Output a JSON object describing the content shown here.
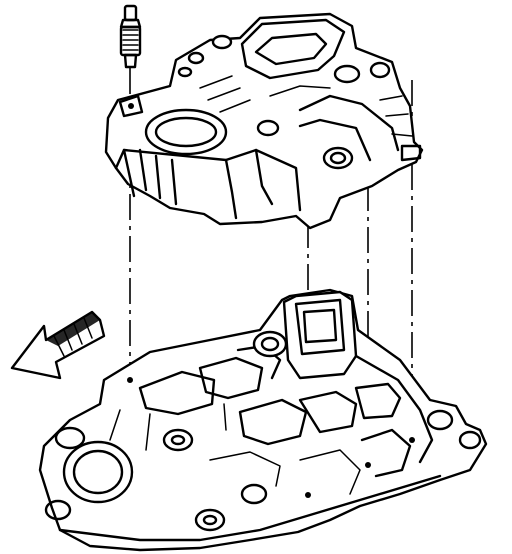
{
  "diagram": {
    "background": "#ffffff",
    "ink": "#000000",
    "parts": [
      {
        "id": "upper-intake-plenum"
      },
      {
        "id": "lower-intake-manifold"
      },
      {
        "id": "stud-bolt"
      },
      {
        "id": "front-direction-arrow"
      }
    ],
    "alignment_lines": 4
  }
}
